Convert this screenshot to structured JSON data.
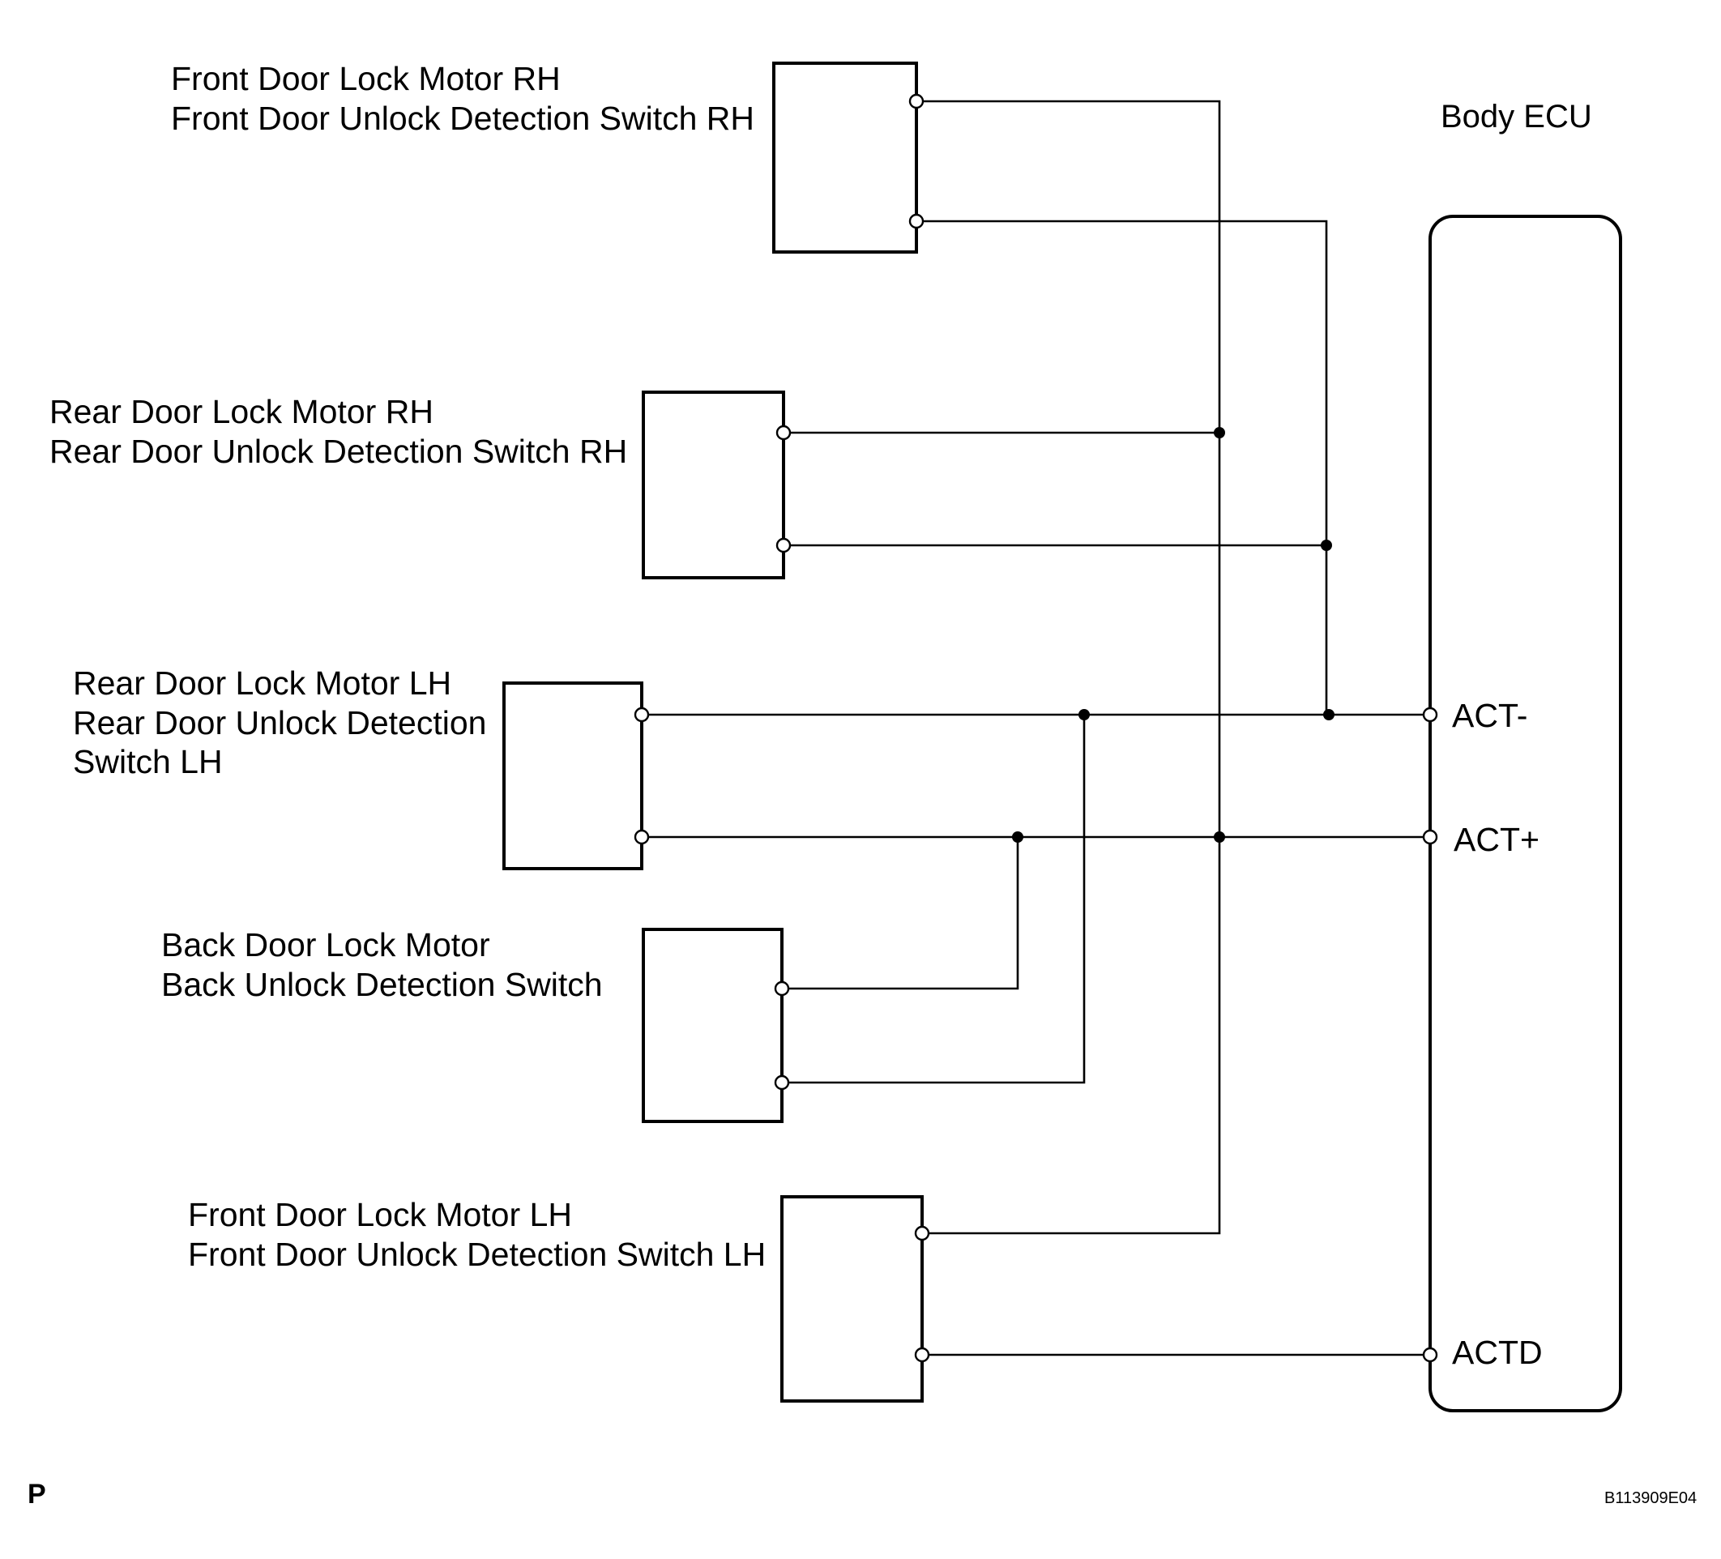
{
  "components": [
    {
      "id": "front-rh",
      "lines": [
        "Front Door Lock Motor RH",
        "Front Door Unlock Detection Switch RH"
      ]
    },
    {
      "id": "rear-rh",
      "lines": [
        "Rear Door Lock Motor RH",
        "Rear Door Unlock Detection Switch RH"
      ]
    },
    {
      "id": "rear-lh",
      "lines": [
        "Rear Door Lock Motor LH",
        "Rear Door Unlock Detection",
        "Switch LH"
      ]
    },
    {
      "id": "back",
      "lines": [
        "Back Door Lock Motor",
        "Back Unlock Detection Switch"
      ]
    },
    {
      "id": "front-lh",
      "lines": [
        "Front Door Lock Motor LH",
        "Front Door Unlock Detection Switch LH"
      ]
    }
  ],
  "ecu": {
    "title": "Body ECU",
    "pins": {
      "act_minus": "ACT-",
      "act_plus": "ACT+",
      "actd": "ACTD"
    }
  },
  "page_marker": "P",
  "figure_id": "B113909E04"
}
